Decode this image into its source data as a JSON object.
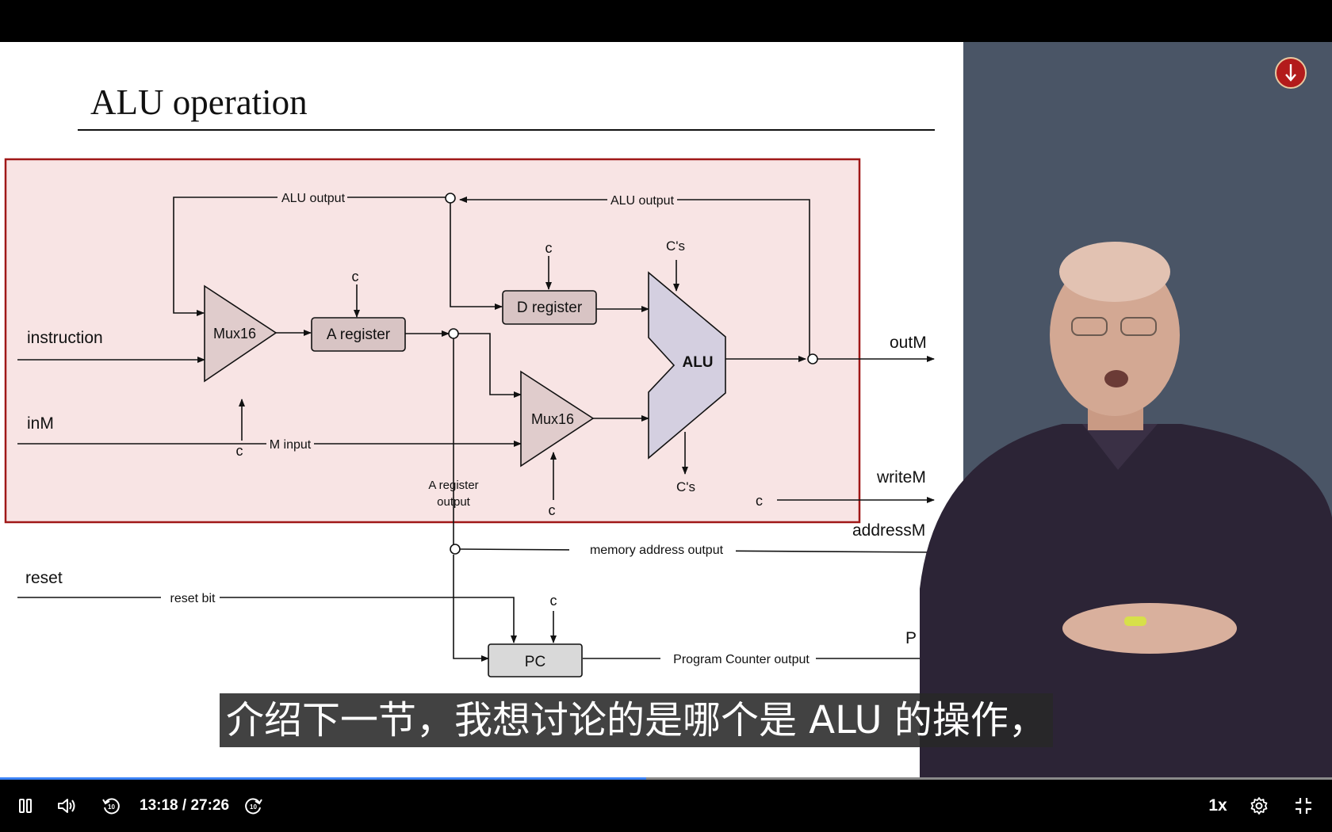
{
  "slide": {
    "title": "ALU operation",
    "labels": {
      "alu_output_left": "ALU output",
      "alu_output_right": "ALU output",
      "instruction": "instruction",
      "inM": "inM",
      "m_input": "M input",
      "mux16_a": "Mux16",
      "mux16_b": "Mux16",
      "a_register": "A register",
      "d_register": "D register",
      "alu": "ALU",
      "c_a": "c",
      "c_mux_a": "c",
      "c_d": "c",
      "c_mux_b": "c",
      "cs_top": "C's",
      "cs_bottom": "C's",
      "out_m": "outM",
      "write_m": "writeM",
      "c_write": "c",
      "a_register_output_1": "A register",
      "a_register_output_2": "output",
      "address_m": "addressM",
      "memory_address_output": "memory address output",
      "reset": "reset",
      "reset_bit": "reset bit",
      "pc": "PC",
      "c_pc": "c",
      "program_counter_output": "Program Counter output",
      "pc_out_partial": "P"
    }
  },
  "subtitle": "介绍下一节，我想讨论的是哪个是 ALU 的操作，",
  "player": {
    "current_time": "13:18",
    "separator": " / ",
    "duration": "27:26",
    "speed": "1x",
    "progress_fraction": 0.485
  },
  "icons": {
    "play_pause": "pause-icon",
    "volume": "volume-icon",
    "rewind": "rewind-10-icon",
    "forward": "forward-10-icon",
    "settings": "gear-icon",
    "fullscreen": "fullscreen-exit-icon",
    "logo": "logo-icon"
  },
  "colors": {
    "highlight_fill": "#f8e4e4",
    "highlight_border": "#a01818",
    "progress": "#3b82f6",
    "background_panel": "#4a5566"
  }
}
